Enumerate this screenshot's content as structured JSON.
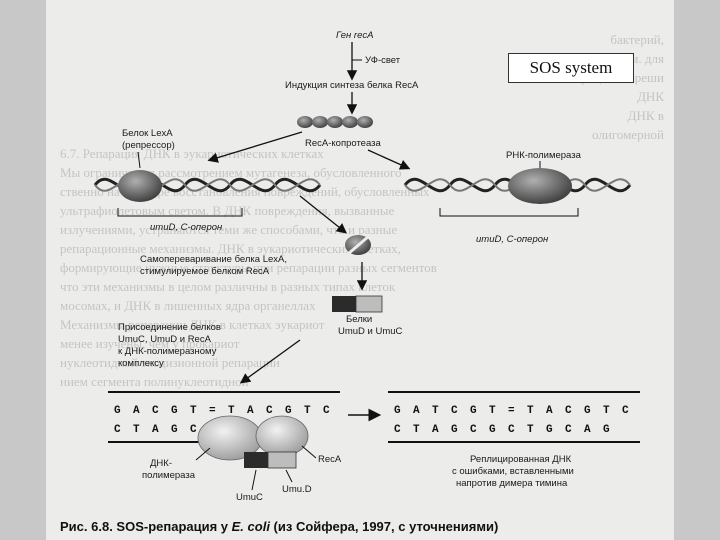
{
  "overlay": {
    "sos_label": "SOS system"
  },
  "diagram": {
    "gene_label": "Ген recA",
    "uv_label": "УФ-свет",
    "induction_label": "Индукция синтеза белка RecA",
    "lexa_label_1": "Белок LexA",
    "lexa_label_2": "(репрессор)",
    "reca_coprotease_label": "RecA-копротеаза",
    "rna_pol_label": "РНК-полимераза",
    "operon_left": "umuD, C-оперон",
    "operon_right": "umuD, C-оперон",
    "self_cleavage_1": "Самопереваривание белка LexA,",
    "self_cleavage_2": "стимулируемое белком RecA",
    "proteins_label_1": "Белки",
    "proteins_label_2": "UmuD и UmuC",
    "attach_1": "Присоединение белков",
    "attach_2": "UmuC, UmuD и RecA",
    "attach_3": "к ДНК-полимеразному",
    "attach_4": "комплексу",
    "seq_left_top": [
      "G",
      "A",
      "C",
      "G",
      "T",
      "=",
      "T",
      "A",
      "C",
      "G",
      "T",
      "C"
    ],
    "seq_left_bottom": [
      "C",
      "T",
      "A",
      "G",
      "C"
    ],
    "seq_right_top": [
      "G",
      "A",
      "T",
      "C",
      "G",
      "T",
      "=",
      "T",
      "A",
      "C",
      "G",
      "T",
      "C"
    ],
    "seq_right_bottom": [
      "C",
      "T",
      "A",
      "G",
      "C",
      "G",
      "C",
      "T",
      "G",
      "C",
      "A",
      "G"
    ],
    "dna_pol_label_1": "ДНК-",
    "dna_pol_label_2": "полимераза",
    "reca_label": "RecA",
    "umuc_label": "UmuC",
    "umud_label": "Umu.D",
    "replicated_1": "Реплицированная ДНК",
    "replicated_2": "с ошибками, вставленными",
    "replicated_3": "напротив димера тимина"
  },
  "caption": {
    "prefix": "Рис. 6.8. SOS-репарация у ",
    "organism": "E. coli",
    "suffix": " (из Сойфера, 1997, с уточнениями)"
  },
  "background_text": [
    "бактерий,",
    "мутационным. для",
    "в процессе бреши",
    "ДНК",
    "ДНК в",
    "олигомерной",
    "6.7. Репарация ДНК в эукариотических клетках",
    "Мы ограничимся рассмотрением мутагенеза, обусловленного",
    "ственно на примере восстановления повреждений, обусловленных",
    "ультрафиолетовым светом. В ДНК повреждения, вызванные",
    "излучениями, устраняются теми же способами, что и разные",
    "репарационные механизмы. ДНК в эукариотических клетках,",
    "формирующие нужные структуры при репарации разных сегментов",
    "что эти механизмы в целом различны в разных типах клеток",
    "мосомах, и ДНК в лишенных ядра органеллах",
    "Механизмы репарации ДНК в клетках эукариот",
    "менее изучены, чем у прокариот",
    "нуклеотидной эксцизионной репарации",
    "нием сегмента полинуклеотидной"
  ]
}
